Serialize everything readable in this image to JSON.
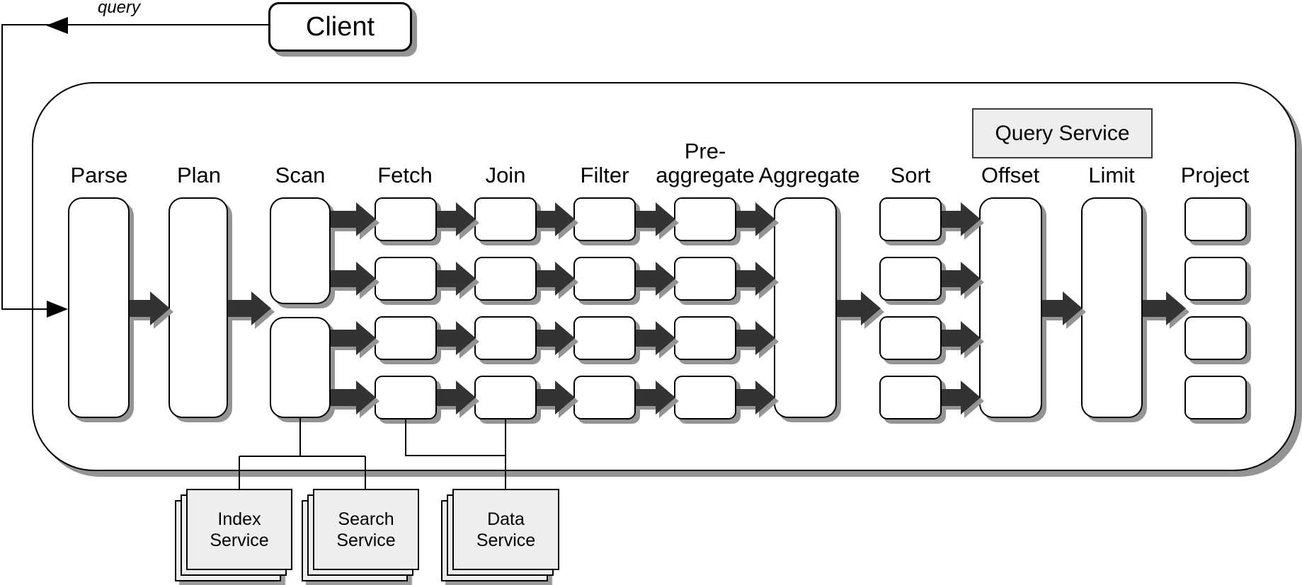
{
  "diagram": {
    "client": {
      "label": "Client"
    },
    "query_edge": {
      "label": "query"
    },
    "query_service": {
      "label": "Query Service"
    },
    "lanes": 4,
    "stages": [
      {
        "label": "Parse"
      },
      {
        "label": "Plan"
      },
      {
        "label": "Scan"
      },
      {
        "label": "Fetch"
      },
      {
        "label": "Join"
      },
      {
        "label": "Filter"
      },
      {
        "label": "Pre-aggregate",
        "label_line1": "Pre-",
        "label_line2": "aggregate"
      },
      {
        "label": "Aggregate"
      },
      {
        "label": "Sort"
      },
      {
        "label": "Offset"
      },
      {
        "label": "Limit"
      },
      {
        "label": "Project"
      }
    ],
    "services": [
      {
        "line1": "Index",
        "line2": "Service"
      },
      {
        "line1": "Search",
        "line2": "Service"
      },
      {
        "line1": "Data",
        "line2": "Service"
      }
    ],
    "colors": {
      "arrow": "#333333",
      "arrow_shadow": "#949494",
      "box_fill": "#ffffff",
      "box_border": "#000000",
      "service_fill": "#eeeeee",
      "badge_fill": "#eeeeee",
      "shadow": "#949494",
      "edge_line": "#000000"
    }
  }
}
